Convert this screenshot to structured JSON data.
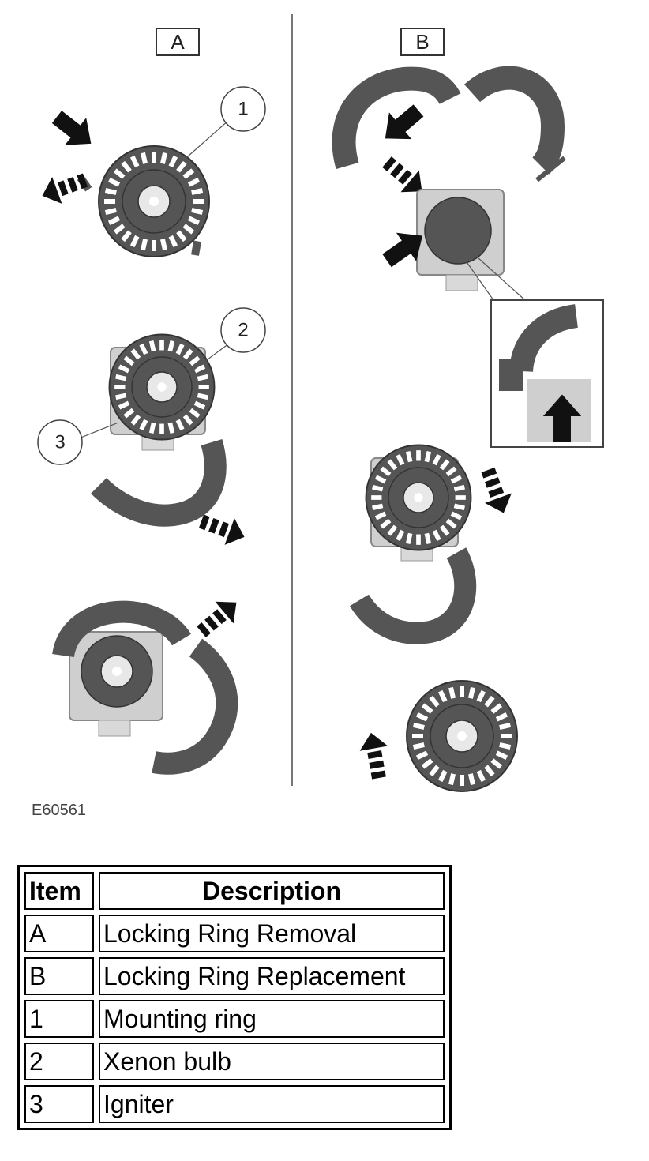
{
  "panels": {
    "a_label": "A",
    "b_label": "B"
  },
  "callouts": {
    "c1": "1",
    "c2": "2",
    "c3": "3"
  },
  "figure_code": "E60561",
  "legend": {
    "header_item": "Item",
    "header_description": "Description",
    "rows": [
      {
        "item": "A",
        "description": "Locking Ring Removal"
      },
      {
        "item": "B",
        "description": "Locking Ring Replacement"
      },
      {
        "item": "1",
        "description": "Mounting ring"
      },
      {
        "item": "2",
        "description": "Xenon bulb"
      },
      {
        "item": "3",
        "description": "Igniter"
      }
    ]
  },
  "colors": {
    "ring": "#555555",
    "socket": "#cfcfcf",
    "arrow": "#111111"
  }
}
